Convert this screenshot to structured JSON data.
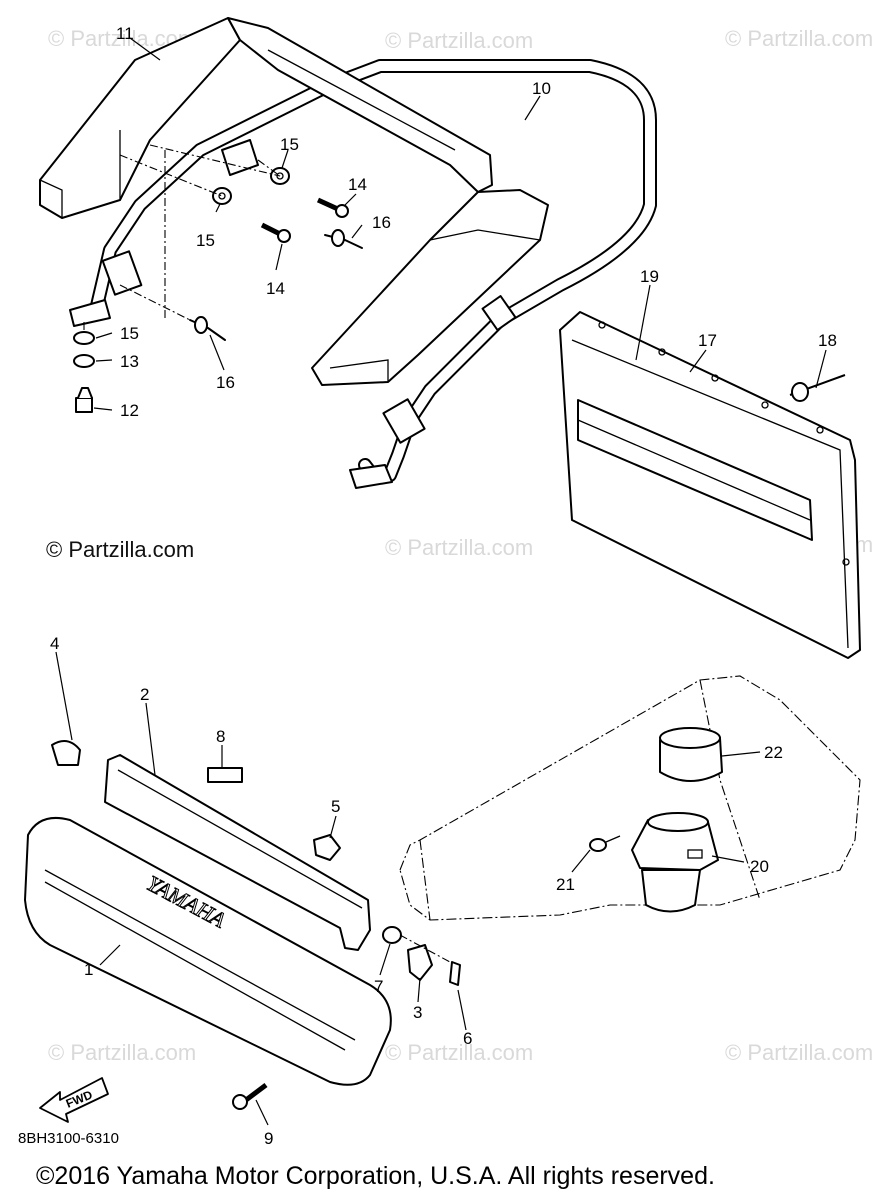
{
  "watermark": "© Partzilla.com",
  "diagram_code": "8BH3100-6310",
  "copyright": "©2016  Yamaha Motor Corporation, U.S.A. All rights reserved.",
  "fwd_label": "FWD",
  "brand_label": "YAMAHA",
  "callouts": {
    "c1": "1",
    "c2": "2",
    "c3": "3",
    "c4": "4",
    "c5": "5",
    "c6": "6",
    "c7": "7",
    "c8": "8",
    "c9": "9",
    "c10": "10",
    "c11": "11",
    "c12": "12",
    "c13": "13",
    "c14a": "14",
    "c14b": "14",
    "c15a": "15",
    "c15b": "15",
    "c15c": "15",
    "c16a": "16",
    "c16b": "16",
    "c17": "17",
    "c18": "18",
    "c19": "19",
    "c20": "20",
    "c21": "21",
    "c22": "22"
  }
}
